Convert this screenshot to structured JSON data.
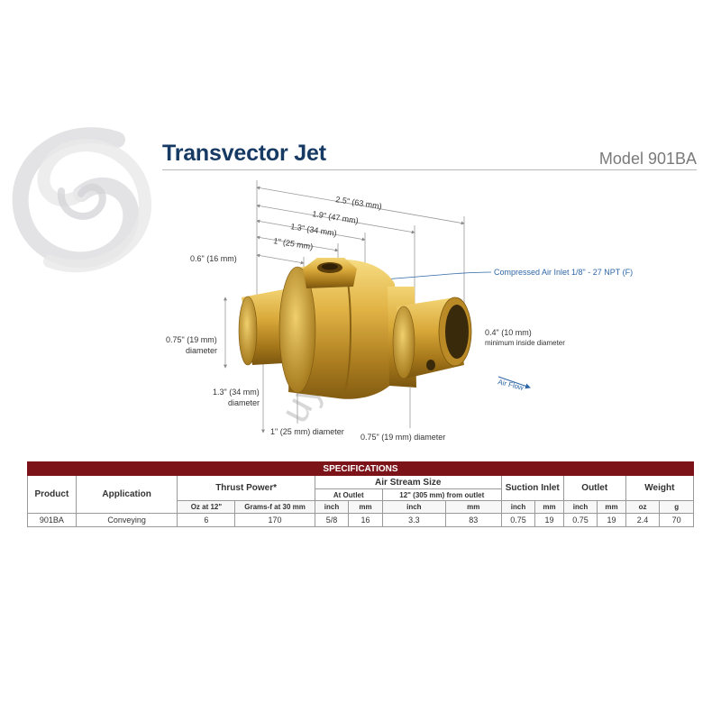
{
  "header": {
    "title": "Transvector Jet",
    "model": "Model 901BA"
  },
  "drawing": {
    "dim_overall": "2.5\" (63 mm)",
    "dim_1_9": "1.9\" (47 mm)",
    "dim_1_3": "1.3\" (34 mm)",
    "dim_1": "1\" (25 mm)",
    "dim_0_6": "0.6\" (16 mm)",
    "compressed_air_inlet": "Compressed Air Inlet  1/8\" - 27 NPT (F)",
    "inlet_diameter_line1": "0.75\" (19 mm)",
    "inlet_diameter_line2": "diameter",
    "body_diameter_line1": "1.3\" (34 mm)",
    "body_diameter_line2": "diameter",
    "inside_diameter_line1": "0.4\" (10 mm)",
    "inside_diameter_line2": "minimum inside diameter",
    "neck_diameter": "1\" (25 mm) diameter",
    "outlet_diameter": "0.75\" (19 mm) diameter",
    "air_flow": "Air Flow",
    "watermark": "uyidi.com"
  },
  "table": {
    "caption": "SPECIFICATIONS",
    "headers": {
      "product": "Product",
      "application": "Application",
      "thrust_power": "Thrust Power*",
      "air_stream_size": "Air Stream Size",
      "suction_inlet": "Suction Inlet",
      "outlet": "Outlet",
      "weight": "Weight",
      "at_outlet": "At Outlet",
      "from_outlet": "12\" (305 mm) from outlet",
      "oz_at_12": "Oz at 12\"",
      "grams_f": "Grams-f at 30 mm",
      "inch": "inch",
      "mm": "mm",
      "oz": "oz",
      "g": "g"
    },
    "row": {
      "product": "901BA",
      "application": "Conveying",
      "oz_at_12": "6",
      "grams_f": "170",
      "at_outlet_inch": "5/8",
      "at_outlet_mm": "16",
      "from_outlet_inch": "3.3",
      "from_outlet_mm": "83",
      "suction_inch": "0.75",
      "suction_mm": "19",
      "outlet_inch": "0.75",
      "outlet_mm": "19",
      "weight_oz": "2.4",
      "weight_g": "70"
    }
  },
  "colors": {
    "title": "#163a63",
    "table_header": "#7b1319",
    "callout": "#2f67a6",
    "brass": "#c9992a"
  }
}
